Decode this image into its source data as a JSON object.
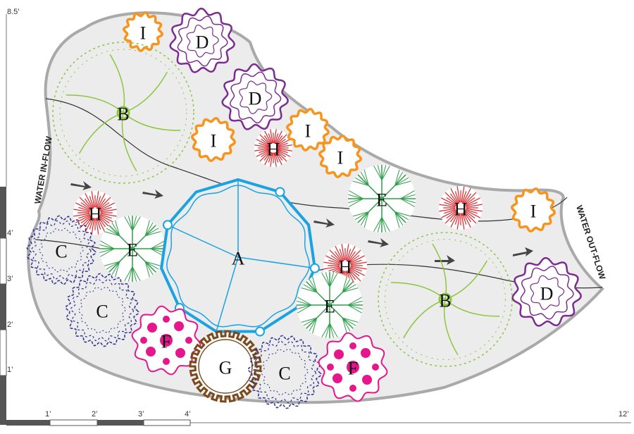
{
  "scale": {
    "vertical_top_label": "8.5’",
    "vertical_labels": [
      "4’",
      "3’",
      "2’",
      "1’"
    ],
    "horizontal_labels": [
      "1’",
      "2’",
      "3’",
      "4’"
    ],
    "horizontal_end_label": "12’"
  },
  "flow": {
    "inflow_label": "WATER IN-FLOW",
    "outflow_label": "WATER OUT-FLOW"
  },
  "colors": {
    "bed_fill": "#ececec",
    "bed_border": "#a9a9a9",
    "A": "#1aa3e0",
    "B": "#8cc63f",
    "C": "#2e3192",
    "D": "#7b2d90",
    "E": "#2e9e48",
    "F": "#e6168c",
    "G": "#7a4a1c",
    "H": "#e0262b",
    "I": "#f7941d"
  },
  "plants": [
    {
      "key": "I1",
      "label": "I"
    },
    {
      "key": "D1",
      "label": "D"
    },
    {
      "key": "B1",
      "label": "B"
    },
    {
      "key": "D2",
      "label": "D"
    },
    {
      "key": "I2",
      "label": "I"
    },
    {
      "key": "H1",
      "label": "H"
    },
    {
      "key": "I3",
      "label": "I"
    },
    {
      "key": "I4",
      "label": "I"
    },
    {
      "key": "E1",
      "label": "E"
    },
    {
      "key": "H2",
      "label": "H"
    },
    {
      "key": "I5",
      "label": "I"
    },
    {
      "key": "H3",
      "label": "H"
    },
    {
      "key": "C1",
      "label": "C"
    },
    {
      "key": "E2",
      "label": "E"
    },
    {
      "key": "A",
      "label": "A"
    },
    {
      "key": "H4",
      "label": "H"
    },
    {
      "key": "C2",
      "label": "C"
    },
    {
      "key": "E3",
      "label": "E"
    },
    {
      "key": "B2",
      "label": "B"
    },
    {
      "key": "D3",
      "label": "D"
    },
    {
      "key": "F1",
      "label": "F"
    },
    {
      "key": "G",
      "label": "G"
    },
    {
      "key": "C3",
      "label": "C"
    },
    {
      "key": "F2",
      "label": "F"
    }
  ]
}
